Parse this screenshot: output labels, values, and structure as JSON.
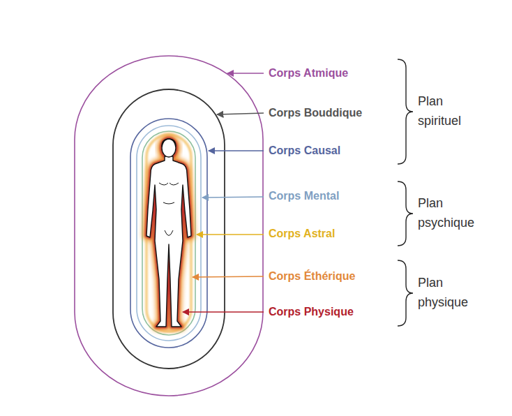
{
  "diagram": {
    "labels": [
      "Corps Atmique",
      "Corps Bouddique",
      "Corps Causal",
      "Corps Mental",
      "Corps Astral",
      "Corps Éthérique",
      "Corps Physique",
      "Plan spirituel",
      "Plan psychique",
      "Plan physique"
    ]
  }
}
